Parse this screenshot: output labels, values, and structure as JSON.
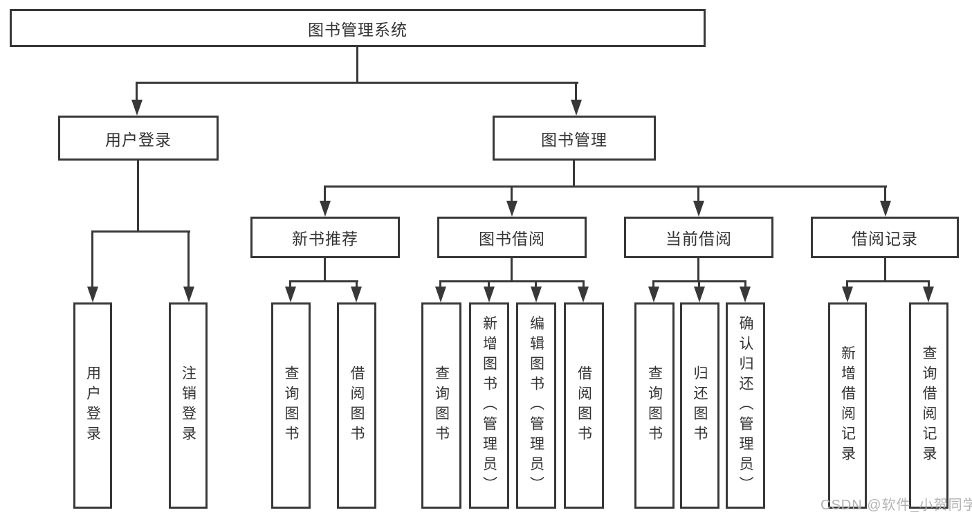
{
  "diagram": {
    "title": "图书管理系统",
    "level2": {
      "user_login": "用户登录",
      "book_mgmt": "图书管理"
    },
    "level3": {
      "new_books": "新书推荐",
      "book_borrow": "图书借阅",
      "current_borrow": "当前借阅",
      "borrow_records": "借阅记录"
    },
    "leaves": {
      "ul_login": "用户登录",
      "ul_logout": "注销登录",
      "nb_query": "查询图书",
      "nb_borrow": "借阅图书",
      "bb_query": "查询图书",
      "bb_add": "新增图书（管理员）",
      "bb_edit": "编辑图书（管理员）",
      "bb_borrow": "借阅图书",
      "cb_query": "查询图书",
      "cb_return": "归还图书",
      "cb_confirm": "确认归还（管理员）",
      "br_add": "新增借阅记录",
      "br_query": "查询借阅记录"
    }
  },
  "watermark": "CSDN @软件_小贺同学",
  "colors": {
    "line": "#383838",
    "box_border": "#383838",
    "text": "#333333",
    "watermark": "#b2b2b2",
    "background": "#ffffff"
  }
}
